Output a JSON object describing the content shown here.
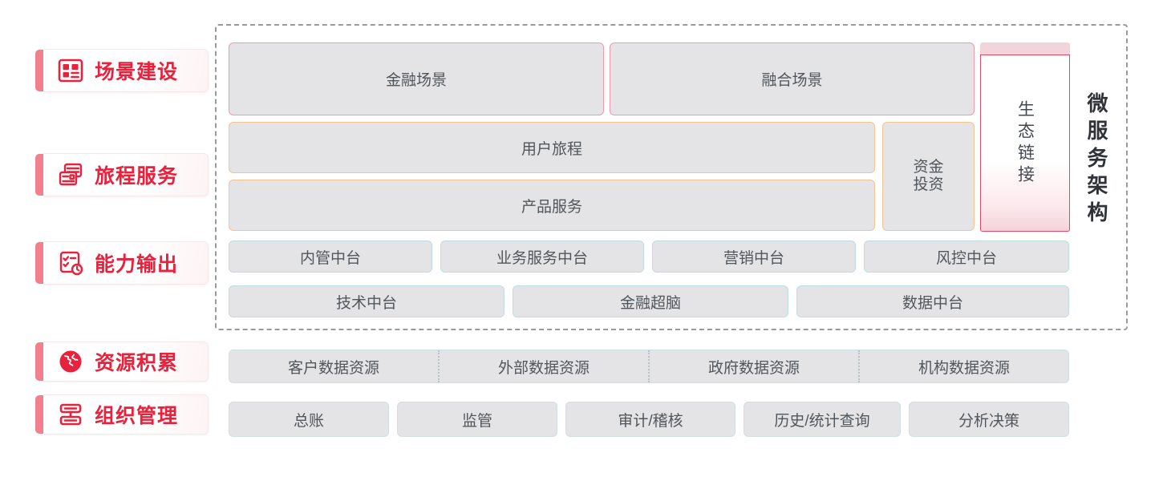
{
  "diagram": {
    "title_vertical": "微服务架构",
    "accent_color": "#e8213c",
    "rail": [
      {
        "label": "场景建设",
        "icon": "dashboard-layout-icon"
      },
      {
        "label": "旅程服务",
        "icon": "cards-stack-icon"
      },
      {
        "label": "能力输出",
        "icon": "checklist-clock-icon"
      },
      {
        "label": "资源积累",
        "icon": "globe-icon"
      },
      {
        "label": "组织管理",
        "icon": "org-chart-icon"
      }
    ],
    "scene_row": [
      {
        "label": "金融场景"
      },
      {
        "label": "融合场景"
      }
    ],
    "eco_column": {
      "label": "生态链接"
    },
    "journey_rows": [
      {
        "label": "用户旅程"
      },
      {
        "label": "产品服务"
      }
    ],
    "fund_box": {
      "line1": "资金",
      "line2": "投资"
    },
    "platform_row_1": [
      {
        "label": "内管中台"
      },
      {
        "label": "业务服务中台"
      },
      {
        "label": "营销中台"
      },
      {
        "label": "风控中台"
      }
    ],
    "platform_row_2": [
      {
        "label": "技术中台"
      },
      {
        "label": "金融超脑"
      },
      {
        "label": "数据中台"
      }
    ],
    "resource_row": [
      {
        "label": "客户数据资源"
      },
      {
        "label": "外部数据资源"
      },
      {
        "label": "政府数据资源"
      },
      {
        "label": "机构数据资源"
      }
    ],
    "org_row": [
      {
        "label": "总账"
      },
      {
        "label": "监管"
      },
      {
        "label": "审计/稽核"
      },
      {
        "label": "历史/统计查询"
      },
      {
        "label": "分析决策"
      }
    ]
  }
}
